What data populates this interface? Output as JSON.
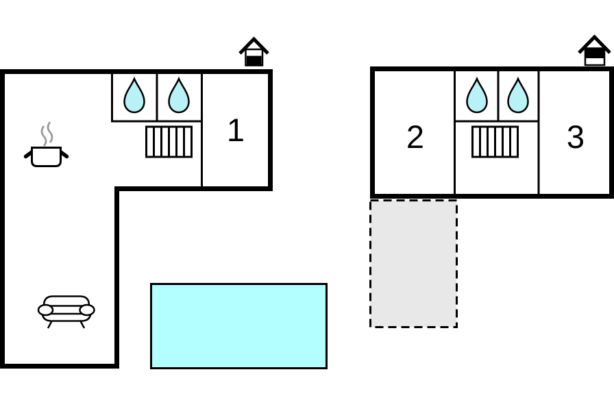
{
  "page": {
    "title": "Holiday home floor plan",
    "background": "#ffffff"
  },
  "colors": {
    "wall": "#000000",
    "partition": "#000000",
    "pool": "#b3feff",
    "water_drop": "#b8f1f6",
    "terrace": "#e8e8e8",
    "steam": "#9b9b9b"
  },
  "rooms": [
    {
      "label": "1",
      "unit": "left-building"
    },
    {
      "label": "2",
      "unit": "right-building"
    },
    {
      "label": "3",
      "unit": "right-building"
    }
  ],
  "features": {
    "left_building": [
      "roof-hatch-icon",
      "water-drop-icon",
      "water-drop-icon",
      "staircase-icon",
      "cooking-pot-icon",
      "sofa-icon"
    ],
    "right_building": [
      "roof-hatch-icon",
      "water-drop-icon",
      "water-drop-icon",
      "staircase-icon"
    ],
    "outdoor": [
      "swimming-pool",
      "terrace-dashed"
    ]
  }
}
